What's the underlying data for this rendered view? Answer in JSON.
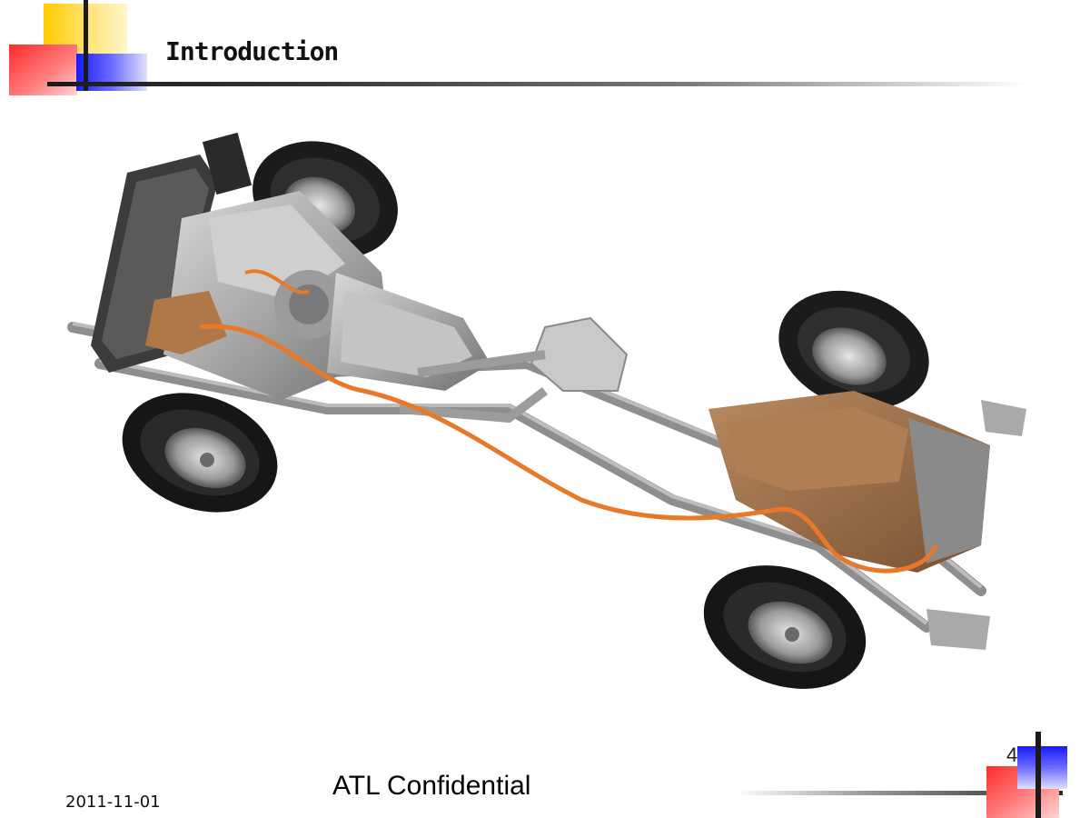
{
  "slide": {
    "title": "Introduction",
    "footer_date": "2011-11-01",
    "footer_confidential": "ATL Confidential",
    "page_number": "4"
  },
  "colors": {
    "accent_yellow": "#ffcc00",
    "accent_red": "#ff2a2a",
    "accent_blue": "#1a1aff",
    "cable_orange": "#e8782a",
    "tray_brown": "#a0714a"
  },
  "image": {
    "subject": "vehicle-chassis-icon"
  }
}
